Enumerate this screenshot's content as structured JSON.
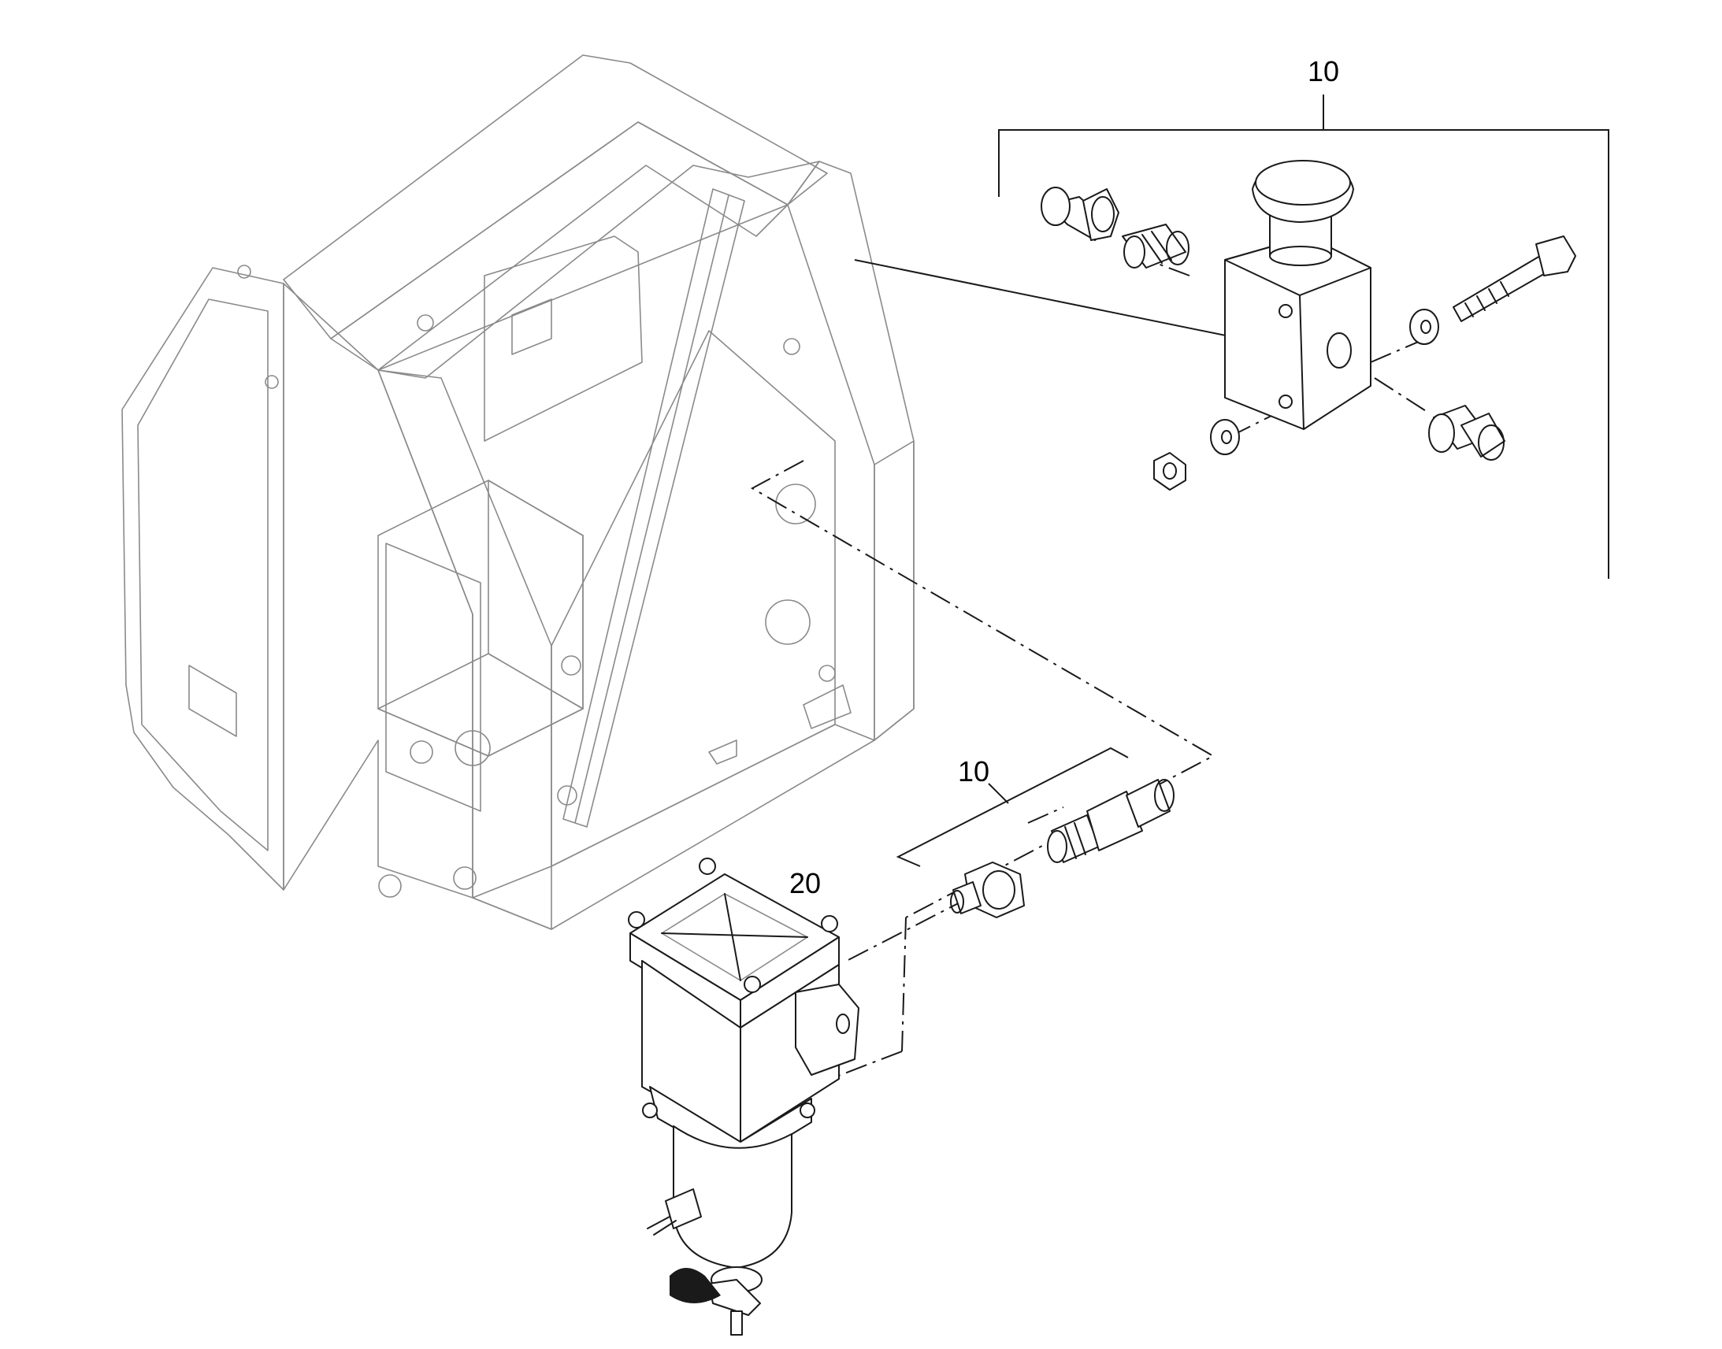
{
  "callouts": {
    "top_valve_assembly": "10",
    "fitting_set": "10",
    "filter": "20"
  }
}
